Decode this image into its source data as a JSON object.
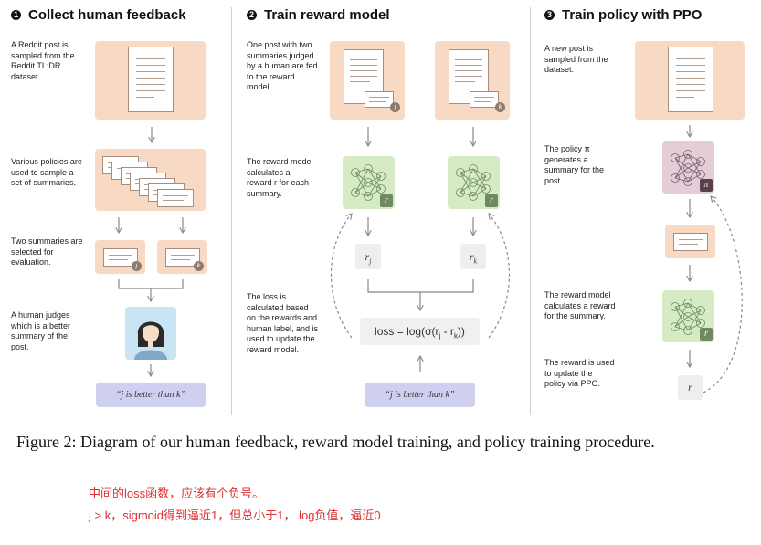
{
  "sections": [
    {
      "number": "1",
      "title": "Collect human feedback"
    },
    {
      "number": "2",
      "title": "Train reward model"
    },
    {
      "number": "3",
      "title": "Train policy with PPO"
    }
  ],
  "col1": {
    "desc1": "A Reddit post is sampled from the Reddit TL;DR dataset.",
    "desc2": "Various policies are used to sample a set of summaries.",
    "desc3": "Two summaries are selected for evaluation.",
    "desc4": "A human judges which is a better summary of the post.",
    "badge_j": "j",
    "badge_k": "k",
    "preference": "“j is better than k”"
  },
  "col2": {
    "desc1": "One post with two summaries judged by a human are fed to the reward model.",
    "desc2": "The reward model calculates a reward r for each summary.",
    "desc3": "The loss is calculated based on the rewards and human label, and is used to update the reward model.",
    "badge_j": "j",
    "badge_k": "k",
    "r_label": "r",
    "rj": "r",
    "rj_sub": "j",
    "rk": "r",
    "rk_sub": "k",
    "loss": "loss = log(σ(r",
    "loss_sub1": "j",
    "loss_mid": " - r",
    "loss_sub2": "k",
    "loss_end": "))",
    "preference": "“j is better than k”"
  },
  "col3": {
    "desc1": "A new post is sampled from the dataset.",
    "desc2": "The policy π generates a summary for the post.",
    "desc3": "The reward model calculates a reward for the summary.",
    "desc4": "The reward is used to update the policy via PPO.",
    "pi_label": "π",
    "r_label": "r",
    "r_out": "r"
  },
  "caption": "Figure 2: Diagram of our human feedback, reward model training, and policy training procedure.",
  "notes": {
    "line1": "中间的loss函数，应该有个负号。",
    "line2": "j > k，sigmoid得到逼近1，但总小于1， log负值，逼近0"
  },
  "colors": {
    "doc_card": "#f7d9c4",
    "reward_model": "#d6ebc4",
    "policy": "#e3cdd6",
    "preference": "#cfd0ef",
    "note_text": "#e03030"
  }
}
